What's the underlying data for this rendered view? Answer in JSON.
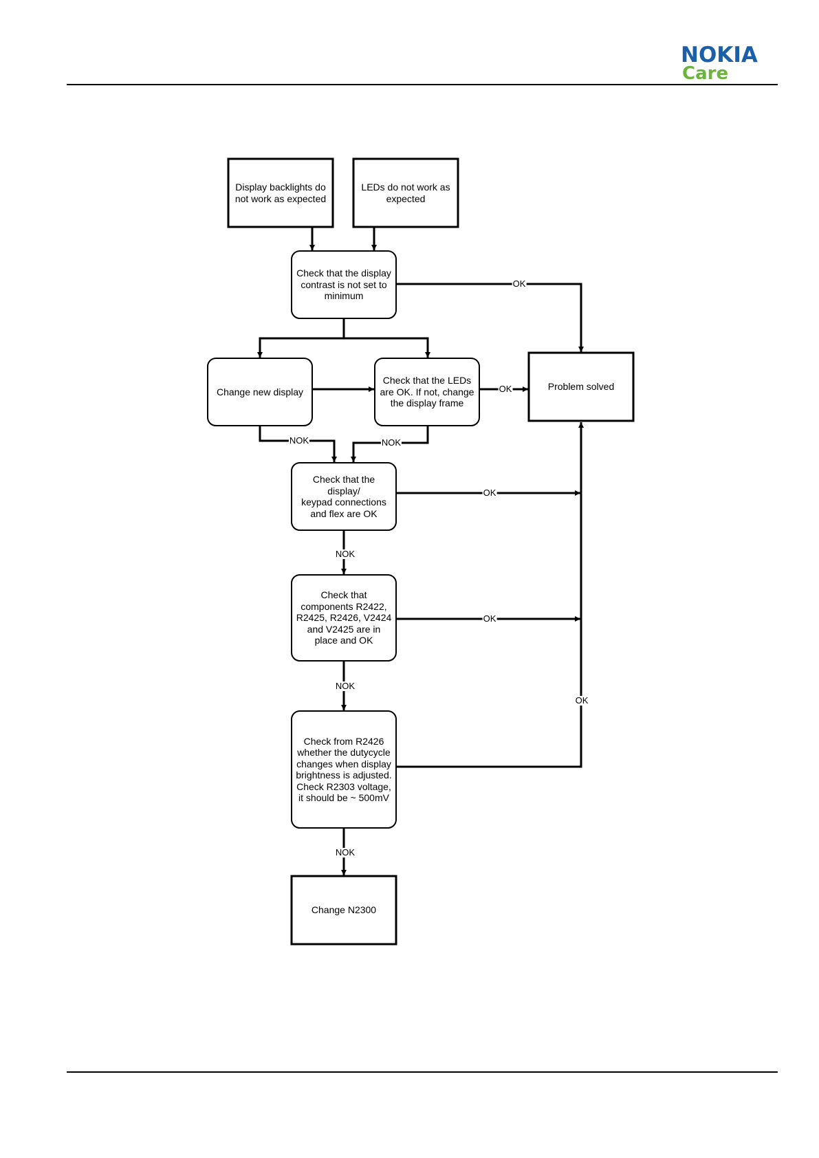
{
  "header": {
    "logo_word": "NOKIA",
    "logo_sub": "Care",
    "logo_colors": {
      "nokia": "#1a5fa8",
      "care": "#6cb33f"
    }
  },
  "flowchart": {
    "nodes": {
      "backlights": "Display backlights do\nnot work as expected",
      "leds": "LEDs do not work as\nexpected",
      "contrast": "Check that the display\ncontrast is not set to\nminimum",
      "change_display": "Change new display",
      "check_leds": "Check that the LEDs\nare OK. If not, change\nthe display frame",
      "solved": "Problem solved",
      "connections": "Check that the display/\nkeypad connections\nand flex are OK",
      "components": "Check that\ncomponents R2422,\nR2425, R2426, V2424\nand V2425 are in\nplace and OK",
      "dutycycle": "Check from R2426\nwhether the dutycycle\nchanges when display\nbrightness is adjusted.\nCheck R2303 voltage,\nit should be ~ 500mV",
      "n2300": "Change N2300"
    },
    "labels": {
      "contrast_ok": "OK",
      "leds_ok": "OK",
      "change_nok": "NOK",
      "leds_nok": "NOK",
      "connections_ok": "OK",
      "connections_nok": "NOK",
      "components_ok": "OK",
      "components_nok": "NOK",
      "dutycycle_ok": "OK",
      "dutycycle_nok": "NOK"
    }
  }
}
